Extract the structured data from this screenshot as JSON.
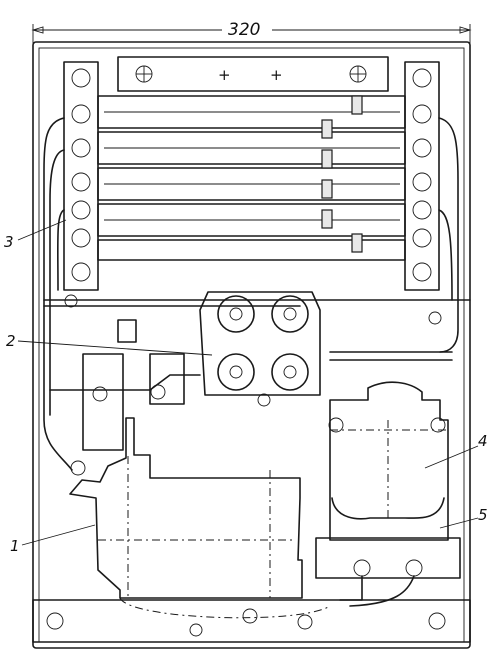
{
  "dimension": {
    "width_label": "320"
  },
  "callouts": [
    {
      "id": "1",
      "text": "1"
    },
    {
      "id": "2",
      "text": "2"
    },
    {
      "id": "3",
      "text": "3"
    },
    {
      "id": "4",
      "text": "4"
    },
    {
      "id": "5",
      "text": "5"
    }
  ]
}
